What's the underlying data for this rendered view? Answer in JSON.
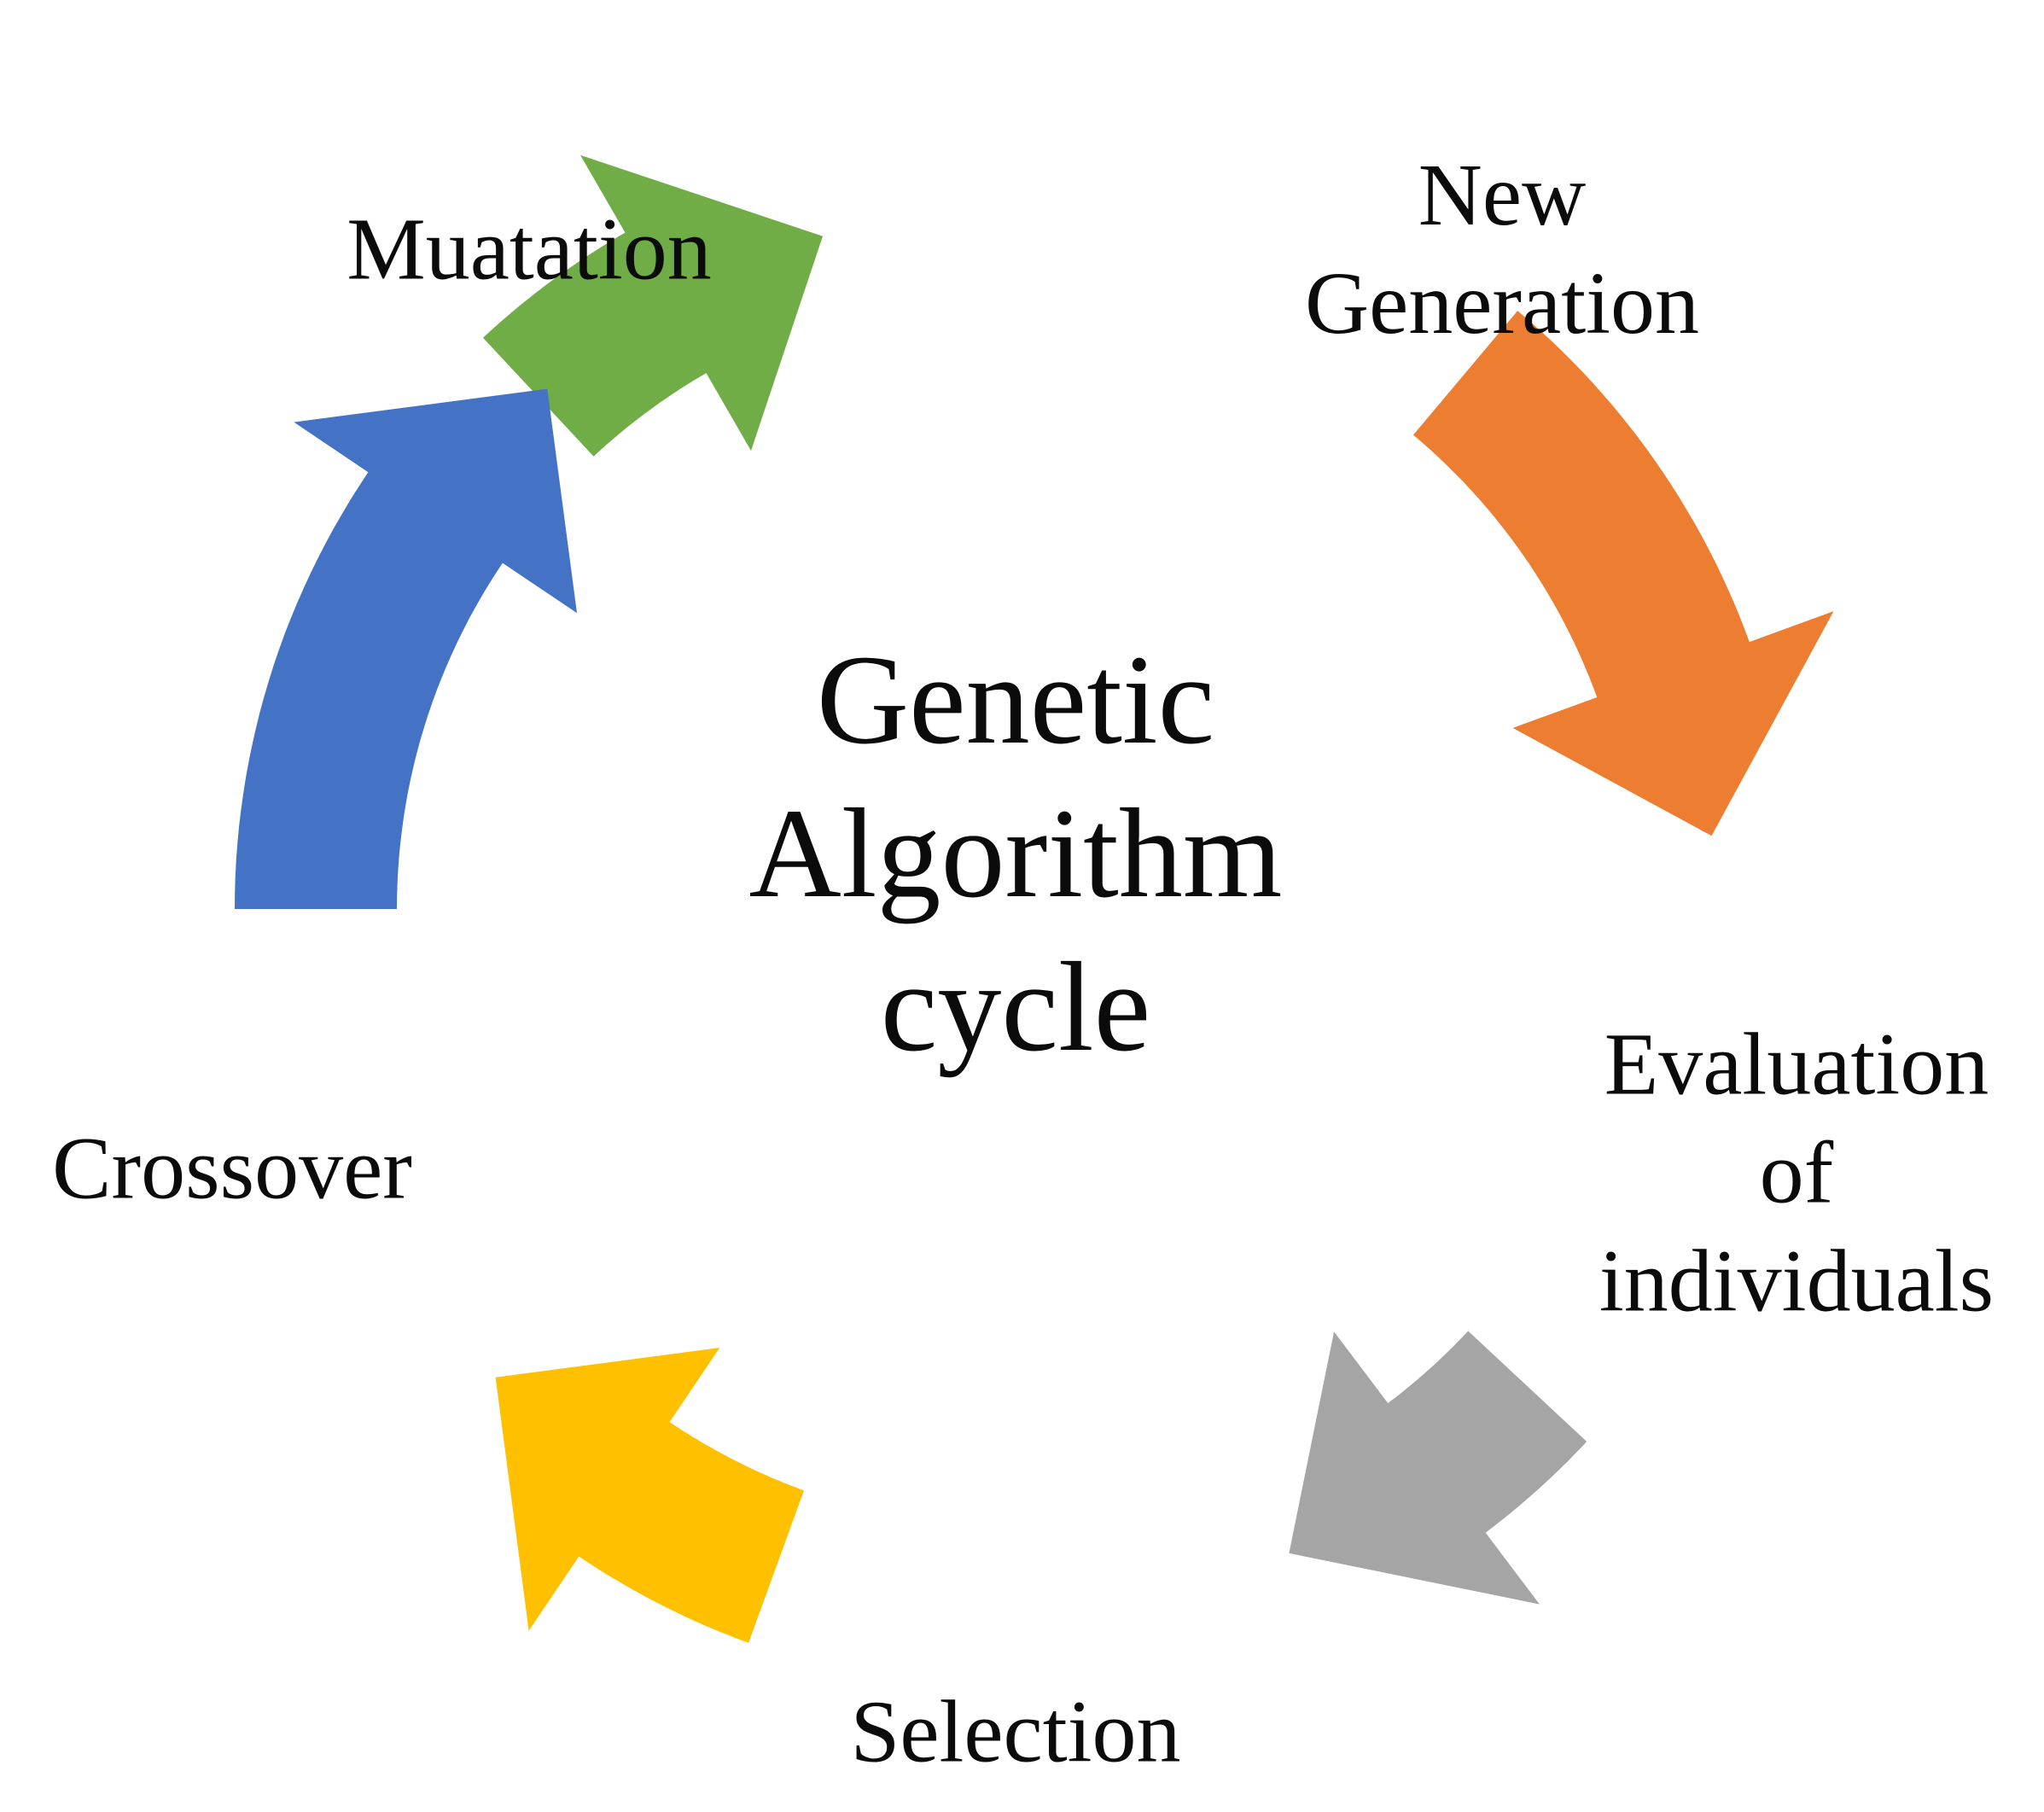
{
  "center_title": {
    "lines": [
      "Genetic",
      "Algorithm",
      "cycle"
    ]
  },
  "stages": [
    {
      "id": "mutation",
      "lines": [
        "Muatation"
      ]
    },
    {
      "id": "new-generation",
      "lines": [
        "New",
        "Generation"
      ]
    },
    {
      "id": "evaluation",
      "lines": [
        "Evaluation",
        "of",
        "individuals"
      ]
    },
    {
      "id": "selection",
      "lines": [
        "Selection"
      ]
    },
    {
      "id": "crossover",
      "lines": [
        "Crossover"
      ]
    }
  ],
  "arrows": [
    {
      "from": "mutation",
      "to": "new-generation",
      "color": "#70AD47"
    },
    {
      "from": "new-generation",
      "to": "evaluation",
      "color": "#ED7D31"
    },
    {
      "from": "evaluation",
      "to": "selection",
      "color": "#A5A5A5"
    },
    {
      "from": "selection",
      "to": "crossover",
      "color": "#FFC000"
    },
    {
      "from": "crossover",
      "to": "mutation",
      "color": "#4472C4"
    }
  ]
}
